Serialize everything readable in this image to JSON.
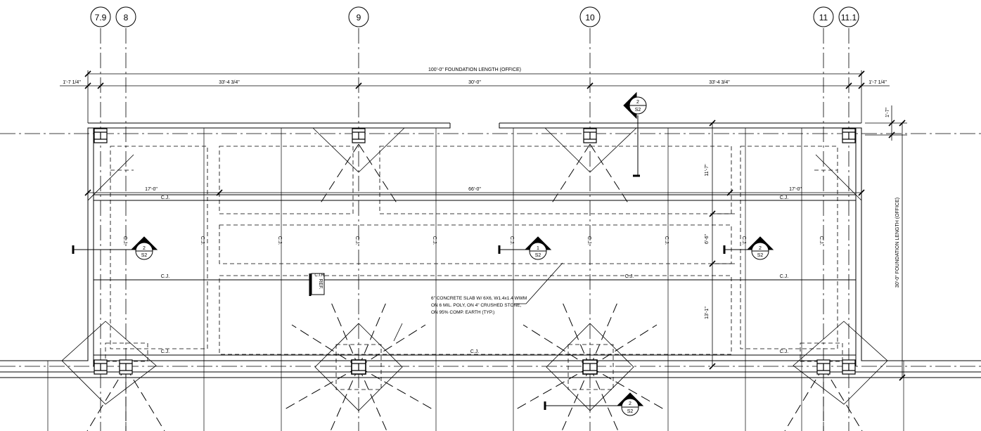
{
  "grid_bubbles": [
    "7.9",
    "8",
    "9",
    "10",
    "11",
    "11.1"
  ],
  "dimensions": {
    "overall_length": "100'-0\" FOUNDATION LENGTH (OFFICE)",
    "left_edge": "1'-7 1/4\"",
    "bay_left": "33'-4 3/4\"",
    "bay_center": "30'-0\"",
    "bay_right": "33'-4 3/4\"",
    "right_edge": "1'-7 1/4\"",
    "strip_left": "17'-0\"",
    "strip_center": "66'-0\"",
    "strip_right": "17'-0\"",
    "top_offset": "1'-7\"",
    "seg_top": "11'-7\"",
    "seg_mid": "6'-6\"",
    "seg_bottom": "13'-1\"",
    "overall_width": "30'-0\" FOUNDATION LENGTH (OFFICE)"
  },
  "joint_label": "C.J.",
  "section_marks": [
    {
      "num": "2",
      "sheet": "S2"
    },
    {
      "num": "2",
      "sheet": "S2"
    },
    {
      "num": "1",
      "sheet": "S2"
    },
    {
      "num": "2",
      "sheet": "S2"
    },
    {
      "num": "2",
      "sheet": "S2"
    }
  ],
  "ref_box": {
    "top": "C.I.R.",
    "side": "REF."
  },
  "slab_note": [
    "6\" CONCRETE SLAB W/ 6X6, W1.4x1.4 WWM",
    "ON 6 MIL. POLY, ON 4\" CRUSHED STONE,",
    "ON 95% COMP. EARTH (TYP.)"
  ]
}
